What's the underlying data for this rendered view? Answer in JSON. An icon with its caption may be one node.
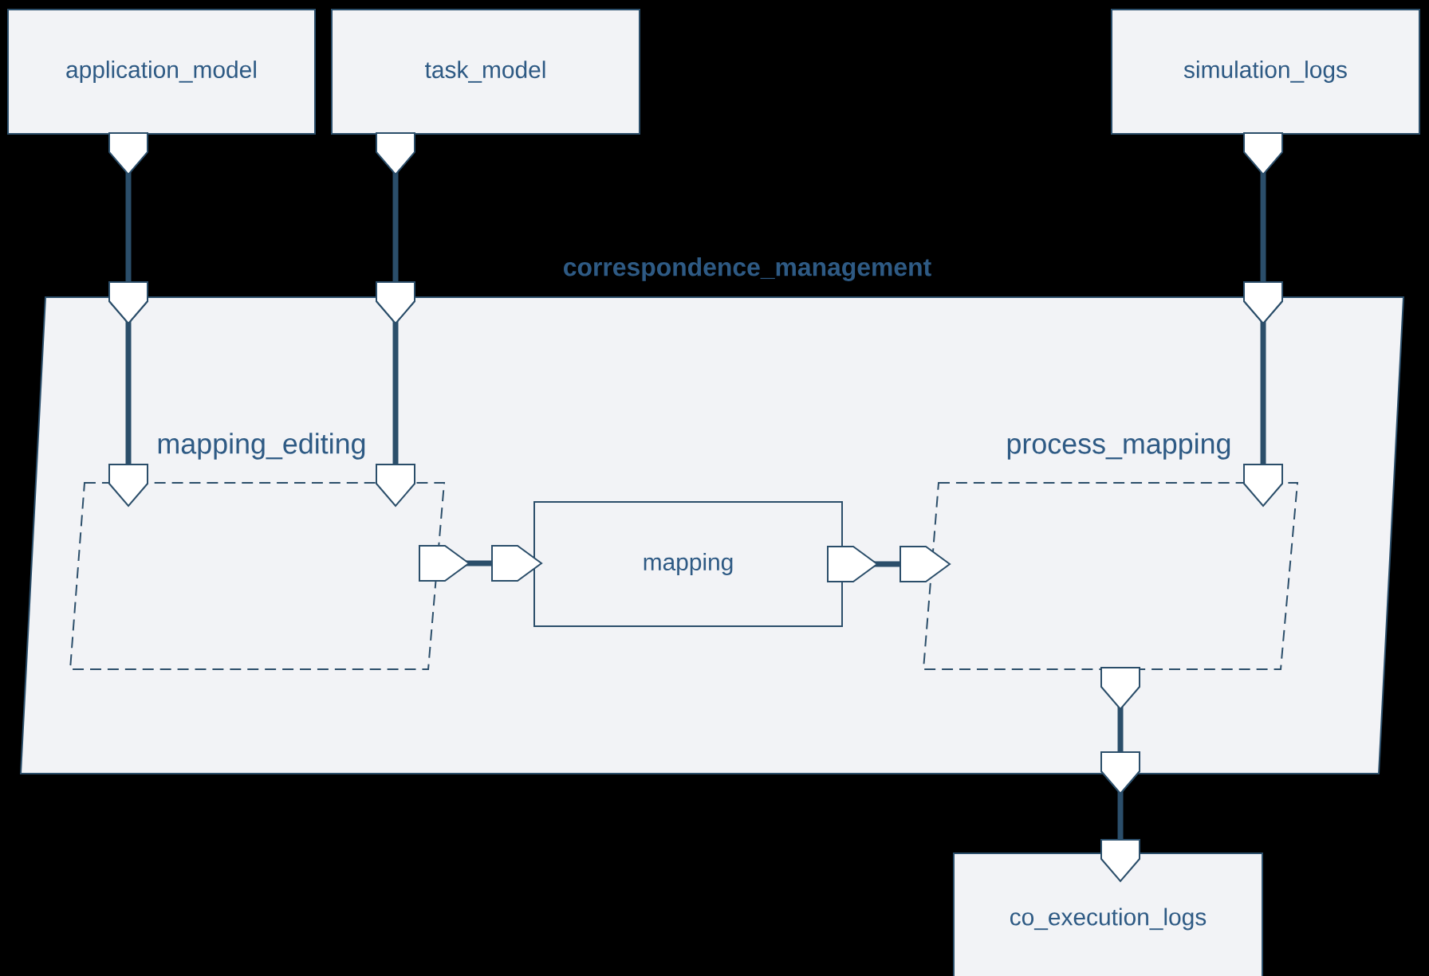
{
  "diagram": {
    "nodes": [
      {
        "text": [
          "application_model"
        ]
      },
      {
        "text": [
          "task_model"
        ]
      },
      {
        "text": [
          "simulation_logs"
        ]
      },
      {
        "text": [
          "correspondence_management"
        ]
      },
      {
        "text": [
          "mapping_editing"
        ],
        "in": 3
      },
      {
        "text": [
          "mapping"
        ],
        "in": 3
      },
      {
        "text": [
          "process_mapping"
        ],
        "in": 3
      },
      {
        "text": [
          "co_execution_logs"
        ]
      }
    ],
    "edges": [
      {
        "from": 0,
        "to": 3,
        "arrow": "none"
      },
      {
        "from": 3,
        "to": 4,
        "arrow": "none"
      },
      {
        "from": 1,
        "to": 3,
        "arrow": "none"
      },
      {
        "from": 3,
        "to": 4,
        "arrow": "none"
      },
      {
        "from": 2,
        "to": 3,
        "arrow": "none"
      },
      {
        "from": 3,
        "to": 6,
        "arrow": "none"
      },
      {
        "from": 4,
        "to": 5,
        "arrow": "none"
      },
      {
        "from": 5,
        "to": 6,
        "arrow": "none"
      },
      {
        "from": 6,
        "to": 3,
        "arrow": "none"
      },
      {
        "from": 3,
        "to": 7,
        "arrow": "none"
      }
    ]
  }
}
